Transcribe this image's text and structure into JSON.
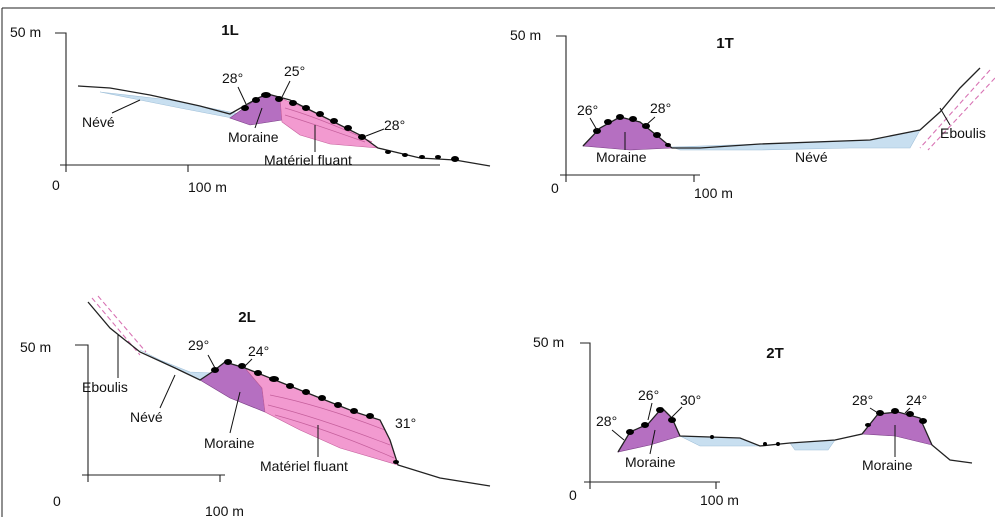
{
  "panels": {
    "p1L": {
      "title": "1L",
      "scale_top": "50 m",
      "origin": "0",
      "scale_right": "100 m",
      "angles": [
        "28°",
        "25°",
        "28°"
      ],
      "labels": {
        "neve": "Névé",
        "moraine": "Moraine",
        "fluant": "Matériel fluant"
      }
    },
    "p1T": {
      "title": "1T",
      "scale_top": "50 m",
      "origin": "0",
      "scale_right": "100 m",
      "angles": [
        "26°",
        "28°"
      ],
      "labels": {
        "neve": "Névé",
        "moraine": "Moraine",
        "eboulis": "Eboulis"
      }
    },
    "p2L": {
      "title": "2L",
      "scale_top": "50 m",
      "origin": "0",
      "scale_right": "100 m",
      "angles": [
        "29°",
        "24°",
        "31°"
      ],
      "labels": {
        "eboulis": "Eboulis",
        "neve": "Névé",
        "moraine": "Moraine",
        "fluant": "Matériel fluant"
      }
    },
    "p2T": {
      "title": "2T",
      "scale_top": "50 m",
      "origin": "0",
      "scale_right": "100 m",
      "angles": [
        "28°",
        "26°",
        "30°",
        "28°",
        "24°"
      ],
      "labels": {
        "moraine_left": "Moraine",
        "moraine_right": "Moraine"
      }
    }
  },
  "colors": {
    "neve": "#c8dff0",
    "moraine": "#b56fc1",
    "fluant": "#f29ad0",
    "scree": "#d873b4"
  }
}
